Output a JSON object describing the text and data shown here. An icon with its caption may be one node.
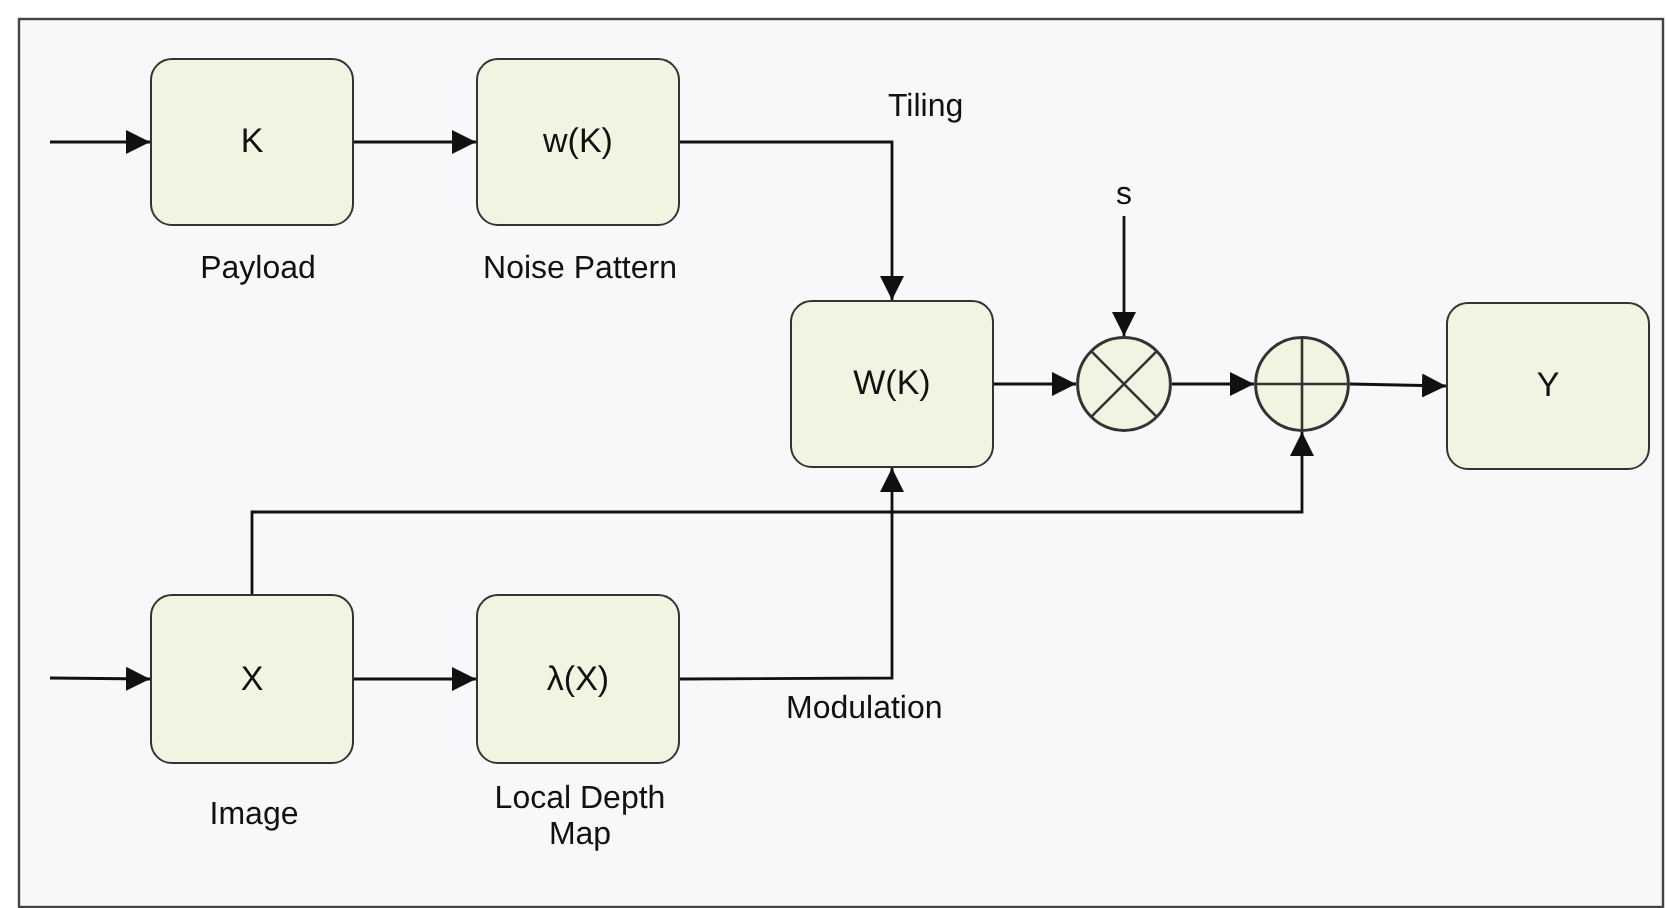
{
  "diagram": {
    "nodes": [
      {
        "text": [
          "K"
        ],
        "beside": [
          "Payload"
        ]
      },
      {
        "text": [
          "w(K)"
        ],
        "beside": [
          "Noise Pattern"
        ]
      },
      {
        "text": [
          "s"
        ]
      },
      {
        "text": [
          "W(K)"
        ]
      },
      {
        "text": [],
        "shape": "circle"
      },
      {
        "text": [],
        "shape": "circle"
      },
      {
        "text": [
          "Y"
        ]
      },
      {
        "text": [
          "X"
        ],
        "beside": [
          "Image"
        ]
      },
      {
        "text": [
          "λ(X)"
        ],
        "beside": [
          "Local Depth Map"
        ]
      }
    ],
    "edges": [
      {
        "from": null,
        "to": 0,
        "arrow": "to"
      },
      {
        "from": 0,
        "to": 1,
        "arrow": "to"
      },
      {
        "from": 1,
        "to": 3,
        "arrow": "to",
        "label": "Tiling"
      },
      {
        "from": 2,
        "to": 4,
        "arrow": "to"
      },
      {
        "from": 3,
        "to": 4,
        "arrow": "to"
      },
      {
        "from": 4,
        "to": 5,
        "arrow": "to"
      },
      {
        "from": 5,
        "to": 6,
        "arrow": "to"
      },
      {
        "from": null,
        "to": 7,
        "arrow": "to"
      },
      {
        "from": 7,
        "to": 5,
        "arrow": "to"
      },
      {
        "from": 7,
        "to": 8,
        "arrow": "to"
      },
      {
        "from": 8,
        "to": 3,
        "arrow": "to",
        "label": "Modulation"
      }
    ]
  }
}
